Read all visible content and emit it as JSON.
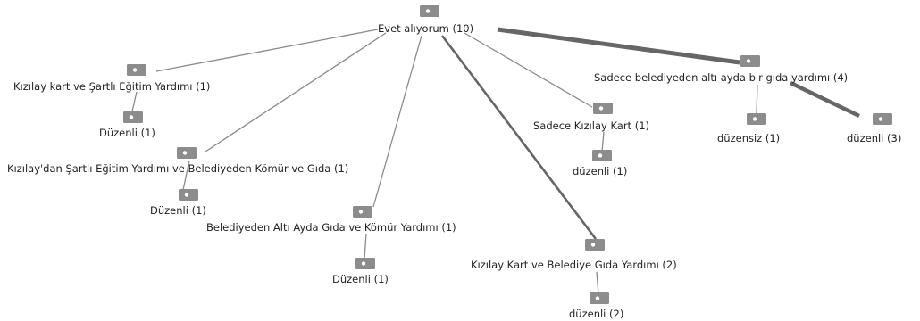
{
  "colors": {
    "edge": "#7a7a7a",
    "edge_thick": "#666666",
    "icon": "#8c8c8c",
    "text": "#222222"
  },
  "icons": {
    "node": "tag-icon"
  },
  "nodes": {
    "root": "Evet alıyorum (10)",
    "n1": "Kızılay kart ve Şartlı Eğitim Yardımı (1)",
    "n1c": "Düzenli (1)",
    "n2": "Kızılay'dan Şartlı Eğitim Yardımı ve Belediyeden Kömür ve Gıda (1)",
    "n2c": "Düzenli (1)",
    "n3": "Belediyeden Altı Ayda Gıda ve Kömür Yardımı (1)",
    "n3c": "Düzenli (1)",
    "n4": "Kızılay Kart ve Belediye Gıda Yardımı (2)",
    "n4c": "düzenli (2)",
    "n5": "Sadece Kızılay Kart (1)",
    "n5c": "düzenli (1)",
    "n6": "Sadece belediyeden altı ayda bir gıda yardımı (4)",
    "n6a": "düzensiz (1)",
    "n6b": "düzenli (3)"
  }
}
